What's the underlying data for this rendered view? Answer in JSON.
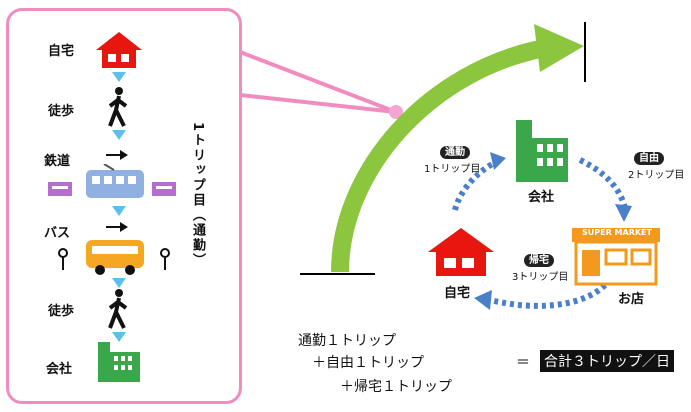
{
  "route": {
    "home": "自宅",
    "walk1": "徒歩",
    "rail": "鉄道",
    "bus": "バス",
    "walk2": "徒歩",
    "office": "会社",
    "trip_label": "1トリップ目（通勤）"
  },
  "cycle": {
    "trip1_tag": "通勤",
    "trip1_label": "1トリップ目",
    "trip2_tag": "自由",
    "trip2_label": "2トリップ目",
    "trip3_tag": "帰宅",
    "trip3_label": "3トリップ目",
    "office_label": "会社",
    "shop_sign": "SUPER MARKET",
    "shop_label": "お店",
    "home_label": "自宅"
  },
  "summary": {
    "line1": "通勤１トリップ",
    "line2": "＋自由１トリップ",
    "line3": "＋帰宅１トリップ",
    "equals": "＝",
    "total": "合計３トリップ／日"
  },
  "colors": {
    "home_red": "#e8160f",
    "office_green": "#3aa84a",
    "arrow_green": "#8cc63f",
    "callout_pink": "#f08cc0",
    "cycle_blue": "#4a7fc9",
    "vehicle_blue": "#8fb0e0",
    "bus_orange": "#f5a623",
    "shop_orange": "#f39a1e"
  }
}
